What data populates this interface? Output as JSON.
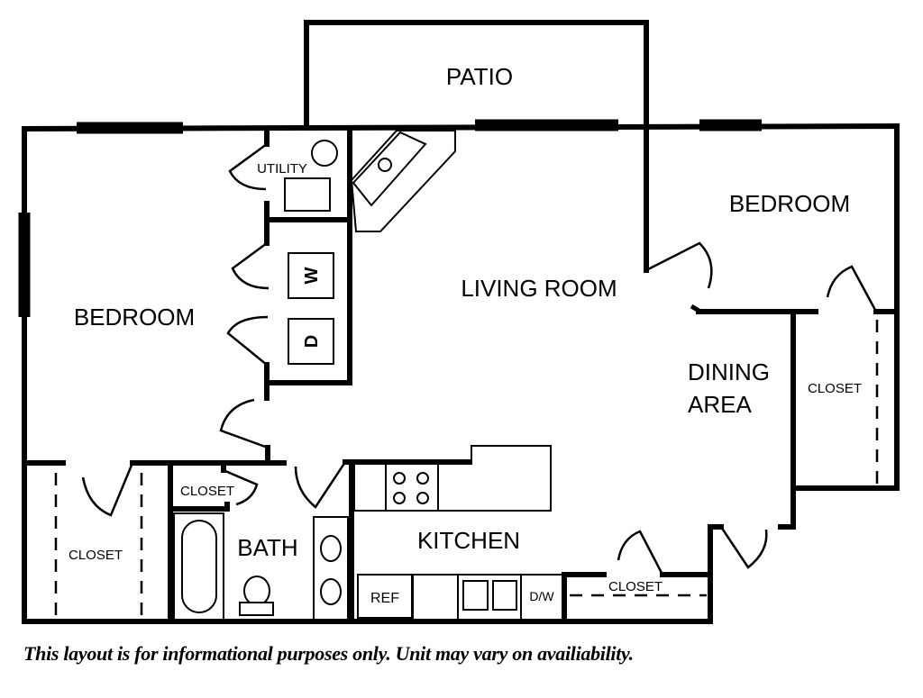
{
  "floorplan": {
    "rooms": {
      "patio": "PATIO",
      "living_room": "LIVING ROOM",
      "bedroom_left": "BEDROOM",
      "bedroom_right": "BEDROOM",
      "dining_area_line1": "DINING",
      "dining_area_line2": "AREA",
      "kitchen": "KITCHEN",
      "bath": "BATH",
      "utility": "UTILITY",
      "closet_left_bedroom": "CLOSET",
      "closet_bath": "CLOSET",
      "closet_kitchen": "CLOSET",
      "closet_right_bedroom": "CLOSET"
    },
    "appliances": {
      "washer": "W",
      "dryer": "D",
      "refrigerator": "REF",
      "dishwasher": "D/W"
    }
  },
  "disclaimer": "This layout is for informational purposes only.  Unit may vary on availiability."
}
